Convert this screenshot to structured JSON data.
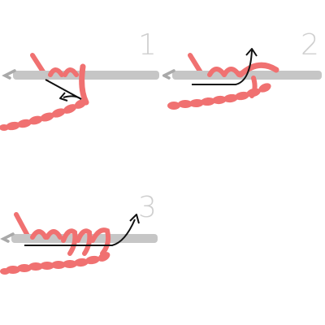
{
  "steps": [
    {
      "number": "1"
    },
    {
      "number": "2"
    },
    {
      "number": "3"
    }
  ],
  "colors": {
    "yarn": "#f07171",
    "yarn_dark": "#d95757",
    "hook": "#c6c6c6",
    "hook_edge": "#a9a9a9",
    "arrow": "#111111",
    "number": "#cfcfcf"
  }
}
